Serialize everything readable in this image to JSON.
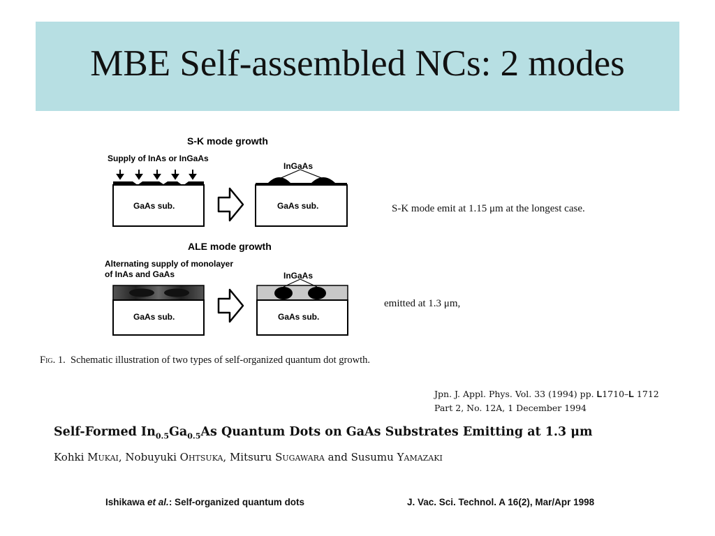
{
  "slide": {
    "title": "MBE Self-assembled NCs: 2 modes"
  },
  "figure": {
    "sk_heading": "S-K mode growth",
    "sk_supply_label": "Supply of InAs or InGaAs",
    "substrate_label": "GaAs sub.",
    "dot_label": "InGaAs",
    "ale_heading": "ALE mode growth",
    "ale_supply_line1": "Alternating supply of monolayer",
    "ale_supply_line2": "of InAs and GaAs",
    "caption_fig": "Fig. 1.",
    "caption_text": "Schematic illustration of two types of self-organized quantum dot growth."
  },
  "notes": {
    "sk_note": "S-K mode emit at 1.15 μm at the longest case.",
    "ale_note": "emitted  at  1.3  μm,"
  },
  "citation": {
    "line1_prefix": "Jpn. J. Appl. Phys. Vol. 33 (1994) pp.",
    "page_prefix": "L",
    "pages_start": "1710–",
    "pages_end": "1712",
    "line2": "Part 2, No. 12A, 1 December 1994"
  },
  "paper": {
    "title_part1": "Self-Formed In",
    "sub1": "0.5",
    "title_part2": "Ga",
    "sub2": "0.5",
    "title_part3": "As Quantum Dots on GaAs Substrates Emitting at 1.3 μm",
    "authors": [
      {
        "first": "Kohki",
        "last": "Mukai",
        "sep": ", "
      },
      {
        "first": "Nobuyuki",
        "last": "Ohtsuka",
        "sep": ", "
      },
      {
        "first": "Mitsuru",
        "last": "Sugawara",
        "sep": " and "
      },
      {
        "first": "Susumu",
        "last": "Yamazaki",
        "sep": ""
      }
    ]
  },
  "footer": {
    "left_author": "Ishikawa ",
    "left_etal": "et al.",
    "left_rest": ": Self-organized quantum dots",
    "right": "J. Vac. Sci. Technol. A 16(2), Mar/Apr 1998"
  }
}
